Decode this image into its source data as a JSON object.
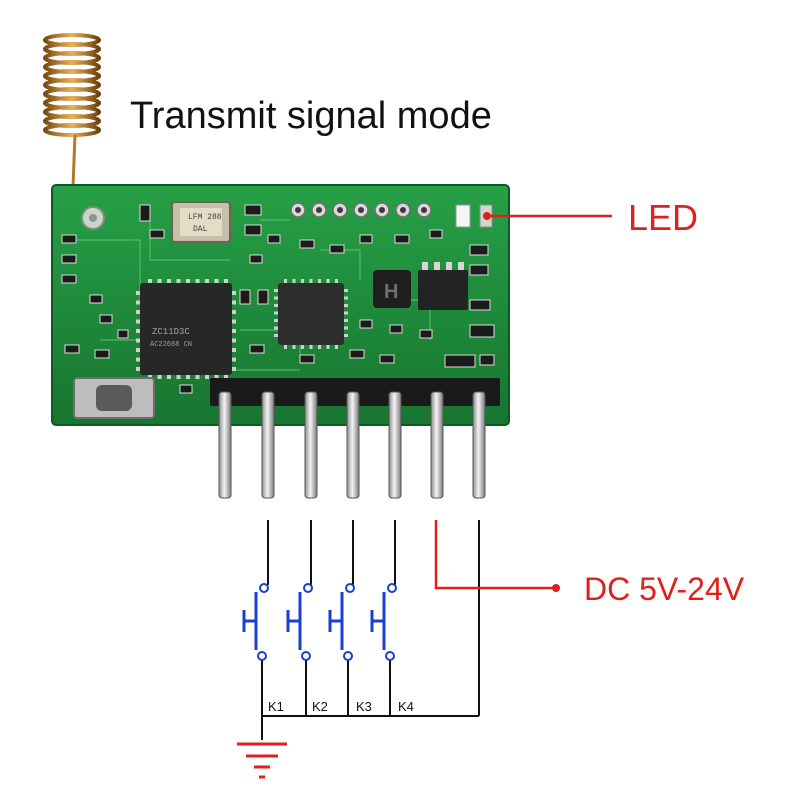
{
  "title": "Transmit signal mode",
  "callouts": {
    "led": "LED",
    "power": "DC 5V-24V"
  },
  "keys": [
    "K1",
    "K2",
    "K3",
    "K4"
  ],
  "chips": {
    "main": "ZC11D3C",
    "main_sub": "AC22688 CN",
    "crystal_line1": "LFM 288",
    "crystal_line2": "DAL",
    "inductor": "H"
  },
  "colors": {
    "pcb": "#1f8a3c",
    "callout": "#e0201c",
    "switch": "#1a3fd0",
    "wire": "#111111",
    "ground": "#e0201c"
  }
}
